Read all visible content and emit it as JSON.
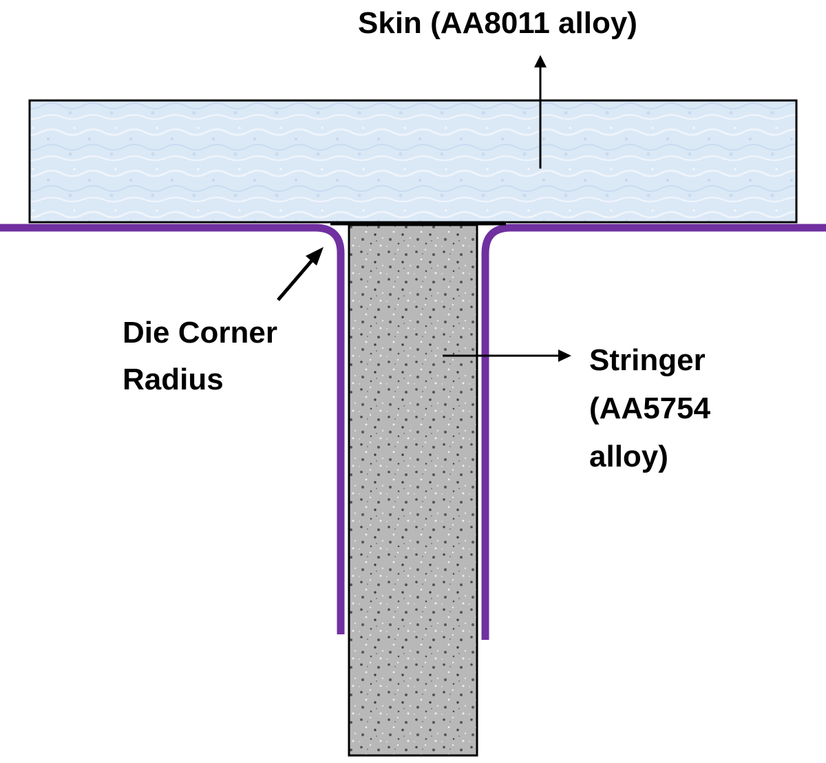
{
  "labels": {
    "skin": "Skin (AA8011 alloy)",
    "die_corner": [
      "Die Corner",
      "Radius"
    ],
    "stringer": [
      "Stringer",
      "(AA5754",
      "alloy)"
    ]
  },
  "colors": {
    "skin_fill": "#dbe8f6",
    "skin_fill_light": "#eef4fb",
    "stringer_fill": "#b8b8b8",
    "stringer_speckle_dark": "#4a4a4a",
    "die_profile": "#7030a0",
    "outline": "#000000",
    "background": "#ffffff"
  }
}
